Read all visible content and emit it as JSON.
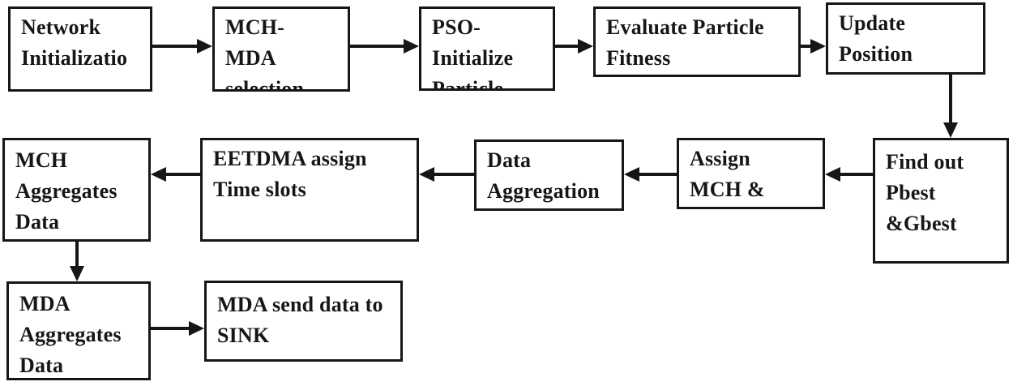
{
  "diagram": {
    "type": "flowchart",
    "background_color": "#ffffff",
    "line_color": "#161616",
    "nodes": {
      "network_initialization": "Network\nInitializatio",
      "mch_mda_selection": "MCH-\nMDA\nselection",
      "pso_initialize_particle": "PSO-\nInitialize\nParticle",
      "evaluate_particle_fitness": "Evaluate Particle\nFitness",
      "update_position": "Update\nPosition",
      "find_out_pbest_gbest": "Find out\nPbest\n&Gbest",
      "assign_mch": "Assign\nMCH &",
      "data_aggregation": "Data\nAggregation",
      "eetdma_assign_time_slots": "EETDMA assign\nTime slots",
      "mch_aggregates_data": "MCH\nAggregates\nData",
      "mda_aggregates_data": "MDA\nAggregates\nData",
      "mda_send_data_to_sink": "MDA send data to\nSINK"
    },
    "edges": [
      {
        "from": "network_initialization",
        "to": "mch_mda_selection",
        "direction": "right"
      },
      {
        "from": "mch_mda_selection",
        "to": "pso_initialize_particle",
        "direction": "right"
      },
      {
        "from": "pso_initialize_particle",
        "to": "evaluate_particle_fitness",
        "direction": "right"
      },
      {
        "from": "evaluate_particle_fitness",
        "to": "update_position",
        "direction": "right"
      },
      {
        "from": "update_position",
        "to": "find_out_pbest_gbest",
        "direction": "down"
      },
      {
        "from": "find_out_pbest_gbest",
        "to": "assign_mch",
        "direction": "left"
      },
      {
        "from": "assign_mch",
        "to": "data_aggregation",
        "direction": "left"
      },
      {
        "from": "data_aggregation",
        "to": "eetdma_assign_time_slots",
        "direction": "left"
      },
      {
        "from": "eetdma_assign_time_slots",
        "to": "mch_aggregates_data",
        "direction": "left"
      },
      {
        "from": "mch_aggregates_data",
        "to": "mda_aggregates_data",
        "direction": "down"
      },
      {
        "from": "mda_aggregates_data",
        "to": "mda_send_data_to_sink",
        "direction": "right"
      }
    ]
  }
}
